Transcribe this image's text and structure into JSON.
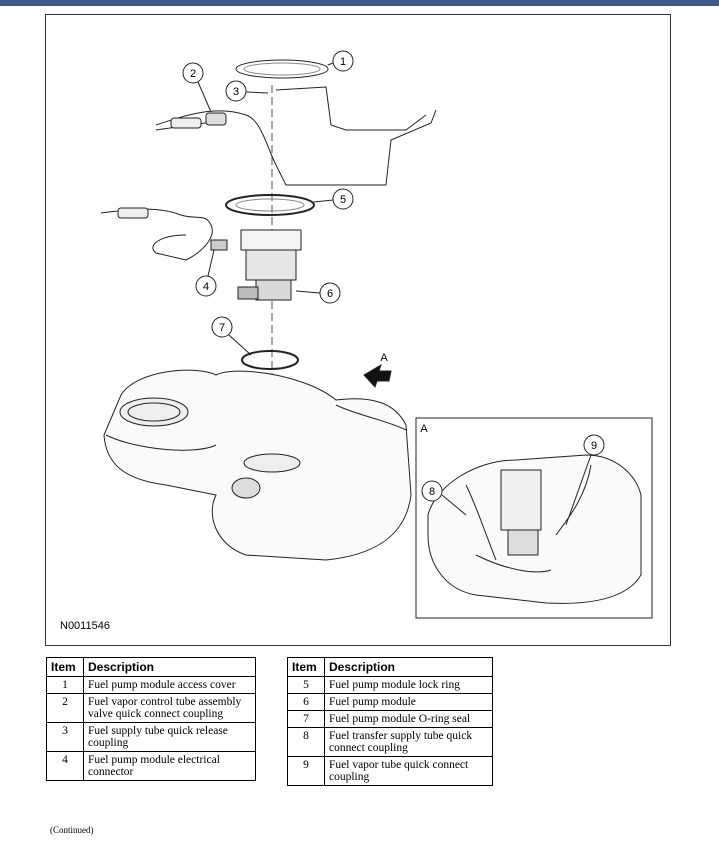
{
  "figure": {
    "id": "N0011546",
    "callouts": [
      "1",
      "2",
      "3",
      "4",
      "5",
      "6",
      "7",
      "8",
      "9"
    ],
    "view_label": "A",
    "inset_label": "A"
  },
  "tables": [
    {
      "headers": [
        "Item",
        "Description"
      ],
      "rows": [
        {
          "item": "1",
          "description": "Fuel pump module access cover"
        },
        {
          "item": "2",
          "description": "Fuel vapor control tube assembly valve quick connect coupling"
        },
        {
          "item": "3",
          "description": "Fuel supply tube quick release coupling"
        },
        {
          "item": "4",
          "description": "Fuel pump module electrical connector"
        }
      ]
    },
    {
      "headers": [
        "Item",
        "Description"
      ],
      "rows": [
        {
          "item": "5",
          "description": "Fuel pump module lock ring"
        },
        {
          "item": "6",
          "description": "Fuel pump module"
        },
        {
          "item": "7",
          "description": "Fuel pump module O-ring seal"
        },
        {
          "item": "8",
          "description": "Fuel transfer supply tube quick connect coupling"
        },
        {
          "item": "9",
          "description": "Fuel vapor tube quick connect coupling"
        }
      ]
    }
  ],
  "footer_note": "(Continued)",
  "colors": {
    "top_bar": "#3d5a8c"
  }
}
